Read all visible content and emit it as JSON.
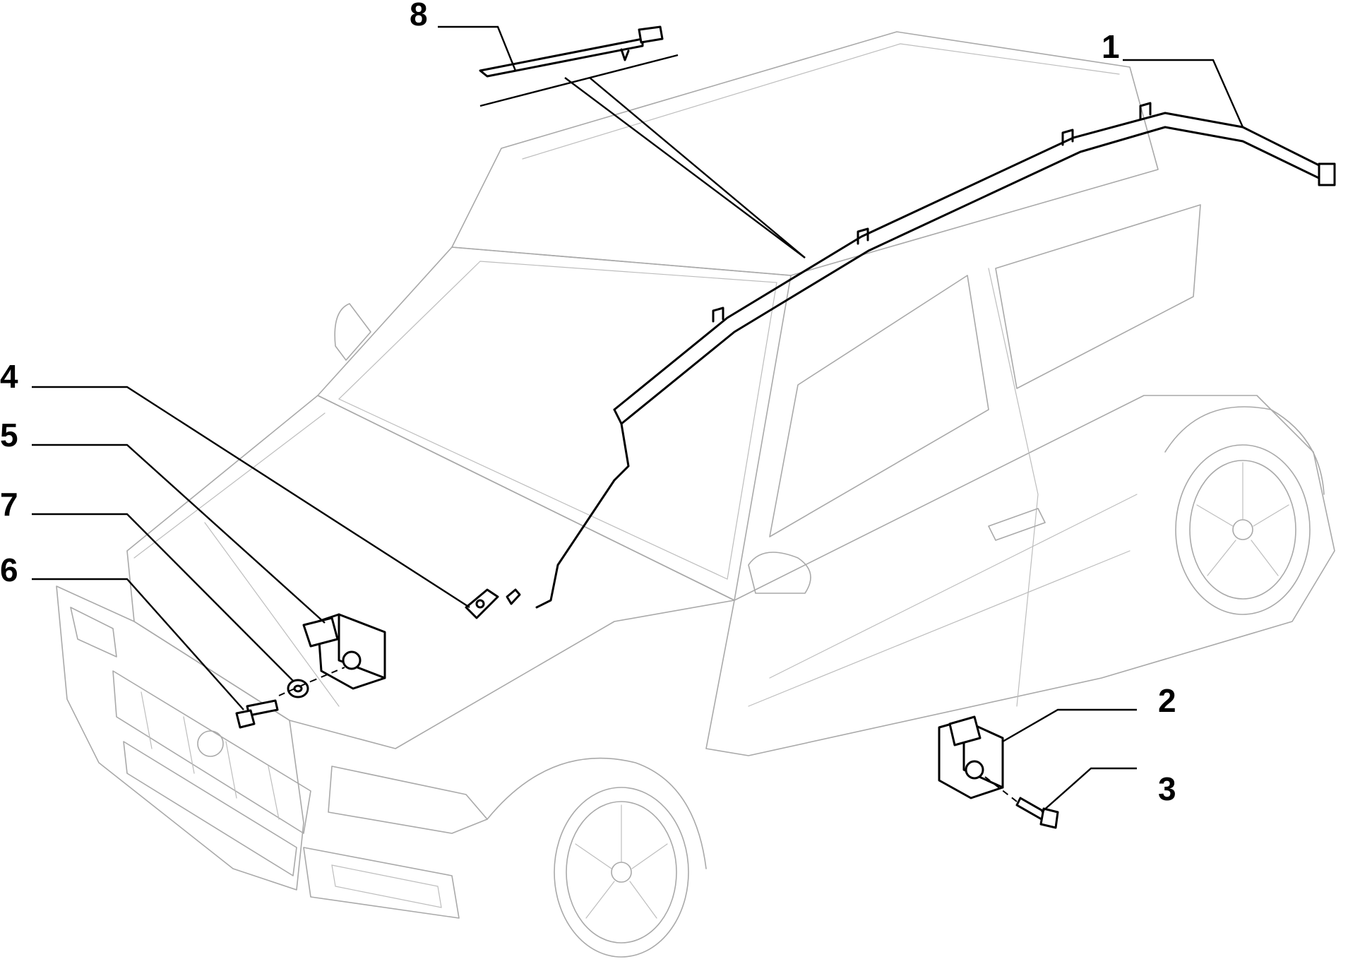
{
  "diagram": {
    "callouts": [
      {
        "id": "1",
        "label": "1"
      },
      {
        "id": "2",
        "label": "2"
      },
      {
        "id": "3",
        "label": "3"
      },
      {
        "id": "4",
        "label": "4"
      },
      {
        "id": "5",
        "label": "5"
      },
      {
        "id": "6",
        "label": "6"
      },
      {
        "id": "7",
        "label": "7"
      },
      {
        "id": "8",
        "label": "8"
      }
    ],
    "colors": {
      "part_stroke": "#000000",
      "vehicle_stroke": "#a9a9a9",
      "background": "#ffffff"
    }
  }
}
